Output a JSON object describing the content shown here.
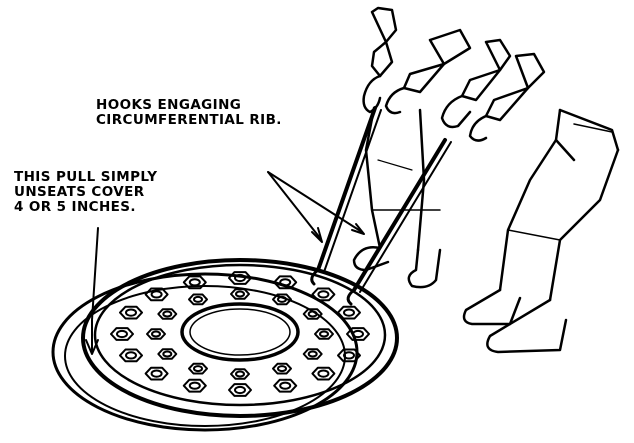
{
  "callouts": {
    "hooks": {
      "line1": "HOOKS ENGAGING",
      "line2": "CIRCUMFERENTIAL RIB."
    },
    "pull": {
      "line1": "THIS PULL SIMPLY",
      "line2": "UNSEATS COVER",
      "line3": "4 OR 5 INCHES."
    }
  },
  "icons": [
    "manhole-cover",
    "lifting-hook",
    "worker-figure",
    "leader-arrow"
  ],
  "colors": {
    "ink": "#000000",
    "paper": "#ffffff"
  }
}
